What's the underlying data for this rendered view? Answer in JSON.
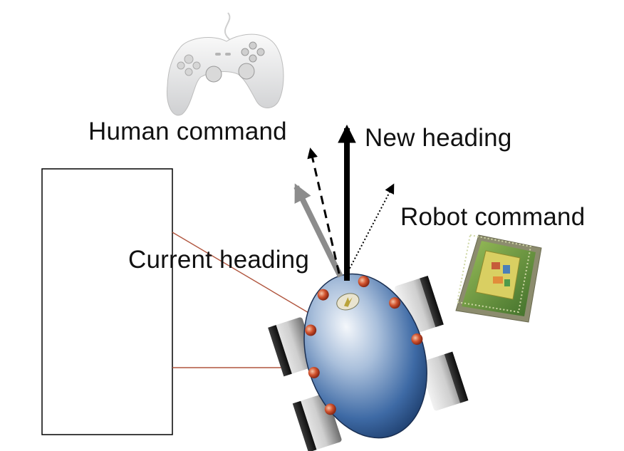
{
  "labels": {
    "human_command": "Human command",
    "new_heading": "New heading",
    "robot_command": "Robot command",
    "current_heading": "Current heading"
  },
  "icons": {
    "gamepad": "gamepad-icon",
    "robot": "robot-icon",
    "cpu_chip": "cpu-chip-icon"
  },
  "colors": {
    "new_heading_arrow": "#000000",
    "current_heading_arrow": "#8c8c8c",
    "robot_body": "#2f5e9c",
    "sensor": "#c8472a",
    "leader_line": "#b0553e",
    "chip_board": "#5e8a3c"
  }
}
